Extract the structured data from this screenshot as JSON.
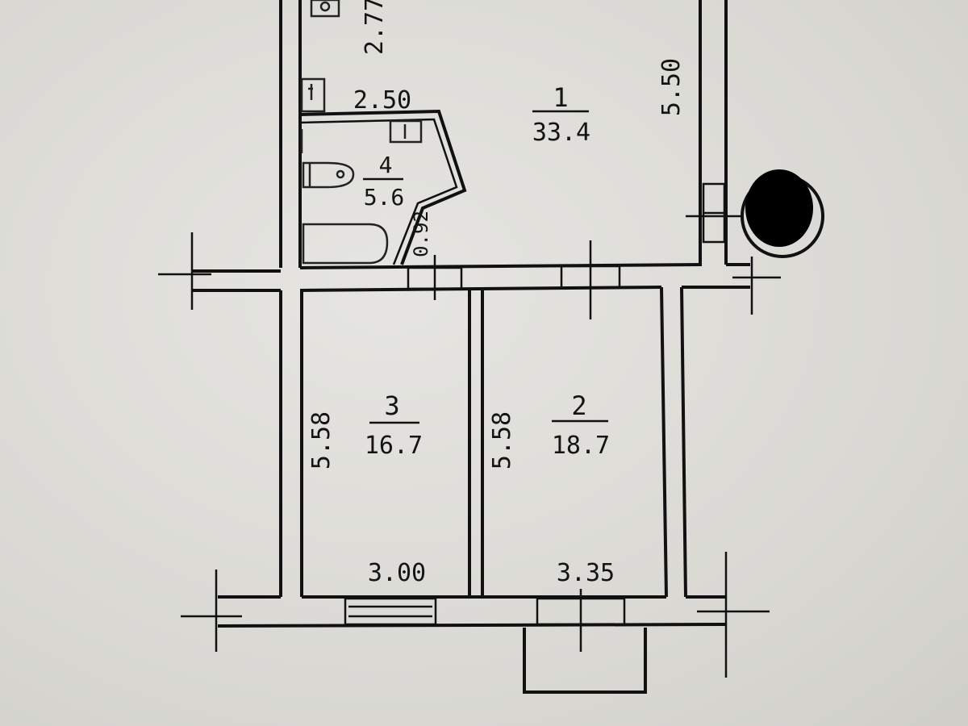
{
  "rooms": [
    {
      "number": "1",
      "area": "33.4"
    },
    {
      "number": "2",
      "area": "18.7"
    },
    {
      "number": "3",
      "area": "16.7"
    },
    {
      "number": "4",
      "area": "5.6"
    }
  ],
  "dimensions": {
    "room1_height": "5.50",
    "top_strip": "2.77",
    "bathroom_width": "2.50",
    "bathroom_door": "0.92",
    "room3_height": "5.58",
    "room2_height": "5.58",
    "room3_width": "3.00",
    "room2_width": "3.35"
  },
  "colors": {
    "paper": "#d9d8d3",
    "ink": "#111111",
    "redaction_mark": "#000000"
  }
}
